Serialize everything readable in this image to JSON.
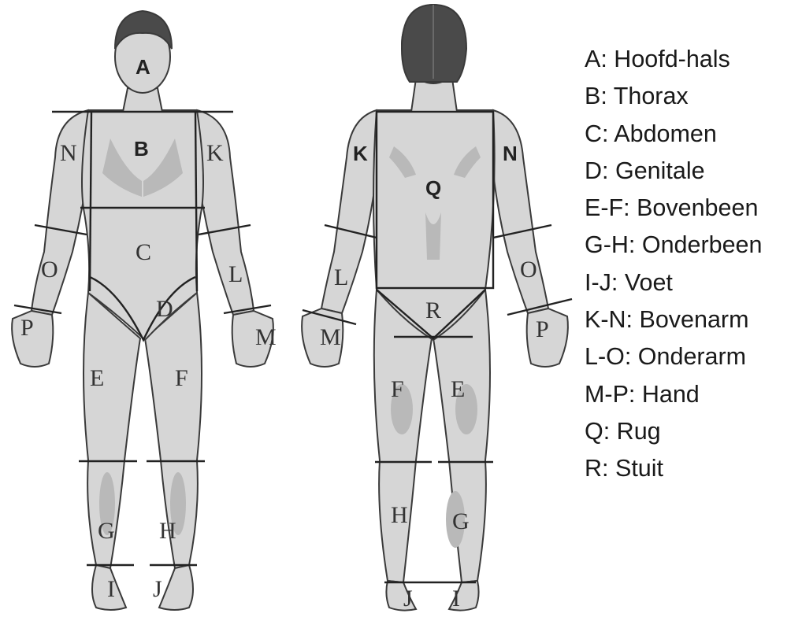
{
  "front_labels": {
    "A": "A",
    "B": "B",
    "C": "C",
    "D": "D",
    "E": "E",
    "F": "F",
    "G": "G",
    "H": "H",
    "I": "I",
    "J": "J",
    "K": "K",
    "L": "L",
    "M": "M",
    "N": "N",
    "O": "O",
    "P": "P"
  },
  "back_labels": {
    "K": "K",
    "N": "N",
    "Q": "Q",
    "L": "L",
    "O": "O",
    "M": "M",
    "P": "P",
    "R": "R",
    "F": "F",
    "E": "E",
    "H": "H",
    "G": "G",
    "J": "J",
    "I": "I"
  },
  "legend": [
    "A: Hoofd-hals",
    "B: Thorax",
    "C: Abdomen",
    "D: Genitale",
    "E-F: Bovenbeen",
    "G-H: Onderbeen",
    "I-J: Voet",
    "K-N: Bovenarm",
    "L-O: Onderarm",
    "M-P: Hand",
    "Q: Rug",
    "R: Stuit"
  ],
  "colors": {
    "skin": "#d6d6d6",
    "shade": "#b9b9b9",
    "outline": "#3a3a3a",
    "hair": "#4a4a4a",
    "line": "#222222"
  }
}
